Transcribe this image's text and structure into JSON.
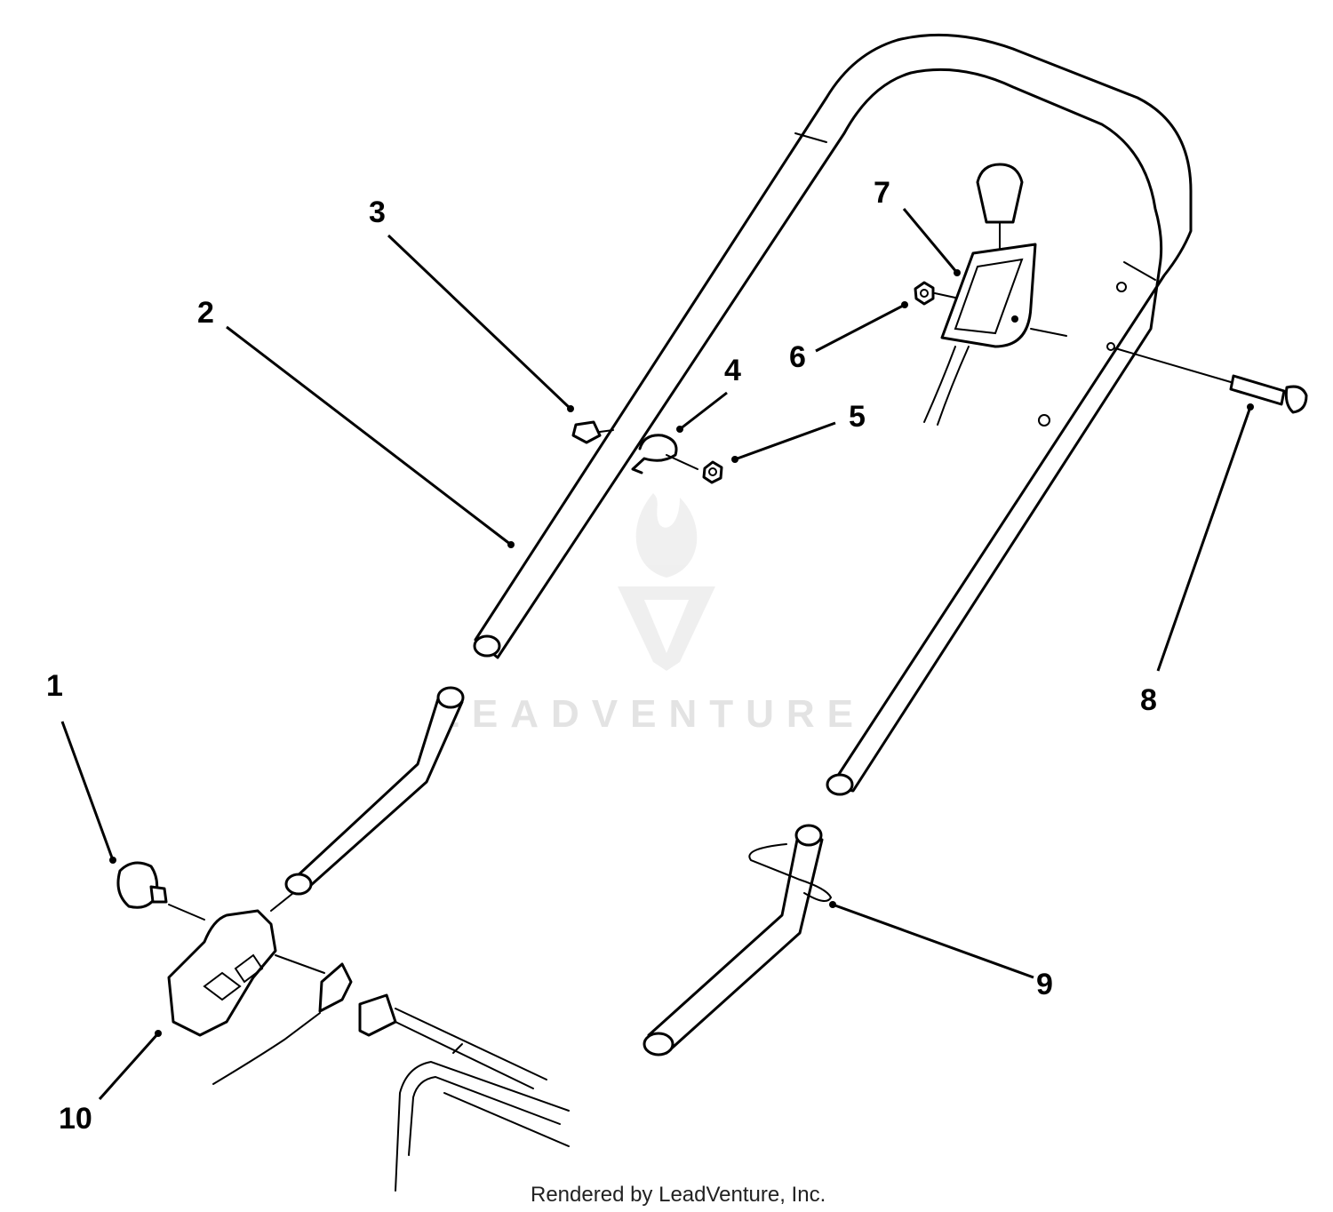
{
  "callouts": {
    "c1": "1",
    "c2": "2",
    "c3": "3",
    "c4": "4",
    "c5": "5",
    "c6": "6",
    "c7": "7",
    "c8": "8",
    "c9": "9",
    "c10": "10"
  },
  "watermark": {
    "text": "LEADVENTURE"
  },
  "footer": {
    "text": "Rendered by LeadVenture, Inc."
  }
}
